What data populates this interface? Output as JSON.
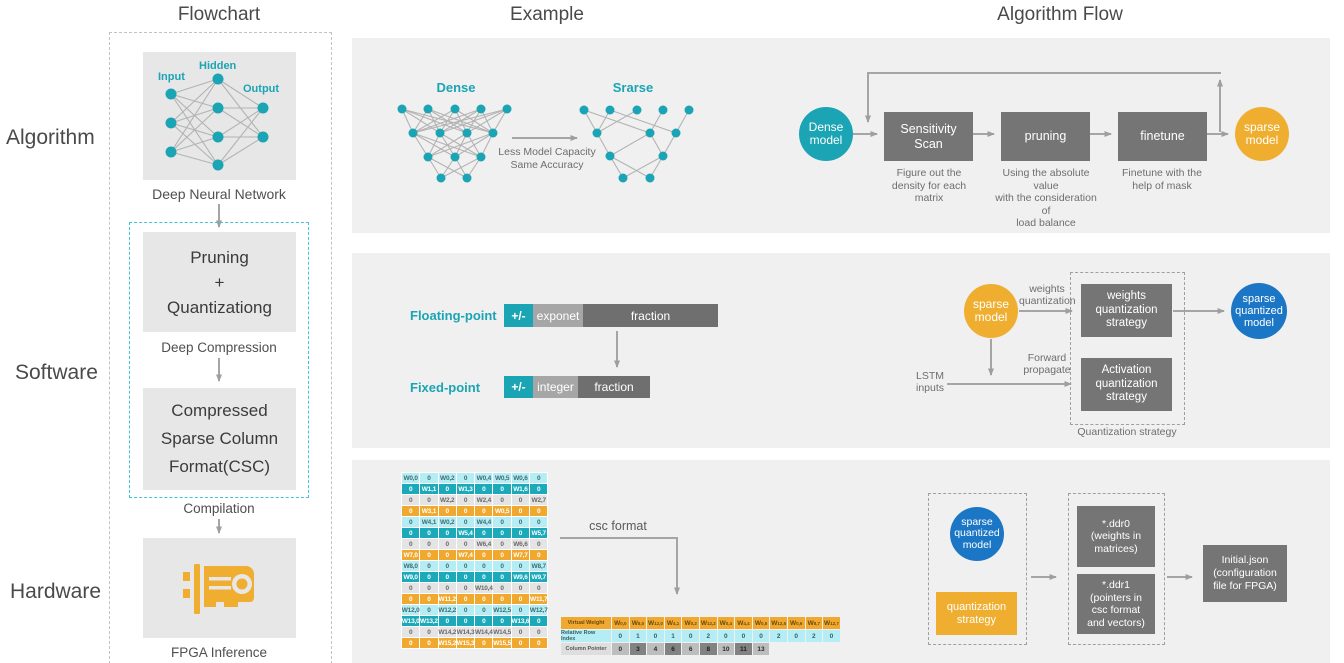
{
  "titles": {
    "flowchart": "Flowchart",
    "example": "Example",
    "algorithm_flow": "Algorithm Flow"
  },
  "row_labels": {
    "algorithm": "Algorithm",
    "software": "Software",
    "hardware": "Hardware"
  },
  "colors": {
    "teal": "#1BA4B4",
    "yellow": "#EFAE2F",
    "blue": "#1B76C5",
    "step_gray": "#757575",
    "panel_gray": "#F0F0F0",
    "matrix_cyan": "#B4EEF4",
    "matrix_teal": "#1CA9B9",
    "matrix_gray": "#E4E4E4",
    "matrix_orange": "#F0A82F"
  },
  "flowchart": {
    "nn_labels": {
      "input": "Input",
      "hidden": "Hidden",
      "output": "Output"
    },
    "nn_layer_sizes": [
      3,
      4,
      2
    ],
    "caption_dnn": "Deep Neural Network",
    "pruning_box_lines": [
      "Pruning",
      "+",
      "Quantizationg"
    ],
    "caption_deep_compression": "Deep Compression",
    "csc_box_lines": [
      "Compressed",
      "Sparse Column",
      "Format(CSC)"
    ],
    "caption_compilation": "Compilation",
    "fpga_icon": "gpu-card-icon",
    "caption_fpga": "FPGA Inference"
  },
  "example_top": {
    "dense_label": "Dense",
    "sparse_label": "Srarse",
    "dense_layer_sizes": [
      5,
      4,
      3,
      2
    ],
    "sparse_layer_sizes": [
      5,
      3,
      2,
      2
    ],
    "arrow_caption_lines": [
      "Less Model Capacity",
      "Same Accuracy"
    ]
  },
  "example_mid": {
    "floating_label": "Floating-point",
    "floating_segments": [
      "+/-",
      "exponet",
      "fraction"
    ],
    "fixed_label": "Fixed-point",
    "fixed_segments": [
      "+/-",
      "integer",
      "fraction"
    ]
  },
  "example_bottom": {
    "matrix": [
      [
        "W0,0",
        "0",
        "W0,2",
        "0",
        "W0,4",
        "W0,5",
        "W0,6",
        "0"
      ],
      [
        "0",
        "W1,1",
        "0",
        "W1,3",
        "0",
        "0",
        "W1,6",
        "0"
      ],
      [
        "0",
        "0",
        "W2,2",
        "0",
        "W2,4",
        "0",
        "0",
        "W2,7"
      ],
      [
        "0",
        "W3,1",
        "0",
        "0",
        "0",
        "W0,5",
        "0",
        "0"
      ],
      [
        "0",
        "W4,1",
        "W0,2",
        "0",
        "W4,4",
        "0",
        "0",
        "0"
      ],
      [
        "0",
        "0",
        "0",
        "W5,4",
        "0",
        "0",
        "0",
        "W5,7"
      ],
      [
        "0",
        "0",
        "0",
        "0",
        "W6,4",
        "0",
        "W6,6",
        "0"
      ],
      [
        "W7,0",
        "0",
        "0",
        "W7,4",
        "0",
        "0",
        "W7,7",
        "0"
      ],
      [
        "W8,0",
        "0",
        "0",
        "0",
        "0",
        "0",
        "0",
        "W8,7"
      ],
      [
        "W9,0",
        "0",
        "0",
        "0",
        "0",
        "0",
        "W9,6",
        "W9,7"
      ],
      [
        "0",
        "0",
        "0",
        "0",
        "W10,4",
        "0",
        "0",
        "0"
      ],
      [
        "0",
        "0",
        "W11,2",
        "0",
        "0",
        "0",
        "0",
        "W11,7"
      ],
      [
        "W12,0",
        "0",
        "W12,2",
        "0",
        "0",
        "W12,5",
        "0",
        "W12,7"
      ],
      [
        "W13,0",
        "W13,2",
        "0",
        "0",
        "0",
        "0",
        "W13,6",
        "0"
      ],
      [
        "0",
        "0",
        "W14,2",
        "W14,3",
        "W14,4",
        "W14,5",
        "0",
        "0"
      ],
      [
        "0",
        "0",
        "W15,2",
        "W15,3",
        "0",
        "W15,5",
        "0",
        "0"
      ]
    ],
    "csc_label": "csc format",
    "table": {
      "virtual_weight_header": "Virtual Weight",
      "virtual_weight_subscripts": [
        "0,0",
        "8,0",
        "12,0",
        "4,1",
        "0,2",
        "12,2",
        "0,4",
        "4,4",
        "0,5",
        "12,5",
        "0,6",
        "8,7",
        "12,7"
      ],
      "relative_row_index_header": "Relative Row Index",
      "relative_row_index": [
        "0",
        "1",
        "0",
        "1",
        "0",
        "2",
        "0",
        "0",
        "0",
        "2",
        "0",
        "2",
        "0"
      ],
      "column_pointer_header": "Column Pointer",
      "column_pointer": [
        "0",
        "3",
        "4",
        "6",
        "6",
        "8",
        "10",
        "11",
        "13"
      ]
    }
  },
  "flow_top": {
    "dense_model_lines": [
      "Dense",
      "model"
    ],
    "step1_lines": [
      "Sensitivity",
      "Scan"
    ],
    "step2": "pruning",
    "step3": "finetune",
    "sparse_model_lines": [
      "sparse",
      "model"
    ],
    "note1_lines": [
      "Figure out the",
      "density for each matrix"
    ],
    "note2_lines": [
      "Using the absolute value",
      "with the consideration of",
      "load balance"
    ],
    "note3_lines": [
      "Finetune with the",
      "help of mask"
    ]
  },
  "flow_mid": {
    "sparse_model_lines": [
      "sparse",
      "model"
    ],
    "weights_quantization_lines": [
      "weights",
      "quantization"
    ],
    "forward_propagate_lines": [
      "Forward",
      "propagate"
    ],
    "lstm_lines": [
      "LSTM",
      "inputs"
    ],
    "weights_box_lines": [
      "weights",
      "quantization",
      "strategy"
    ],
    "activation_box_lines": [
      "Activation",
      "quantization",
      "strategy"
    ],
    "dashed_caption": "Quantization strategy",
    "sparse_quantized_lines": [
      "sparse",
      "quantized",
      "model"
    ]
  },
  "flow_bottom": {
    "sparse_quantized_lines": [
      "sparse",
      "quantized",
      "model"
    ],
    "quantization_strategy_lines": [
      "quantization",
      "strategy"
    ],
    "ddr0_lines": [
      "*.ddr0",
      "(weights in",
      "matrices)"
    ],
    "ddr1_lines": [
      "*.ddr1",
      "(pointers in",
      "csc format",
      "and vectors)"
    ],
    "initial_json_lines": [
      "Initial.json",
      "(configuration",
      "file for FPGA)"
    ]
  }
}
